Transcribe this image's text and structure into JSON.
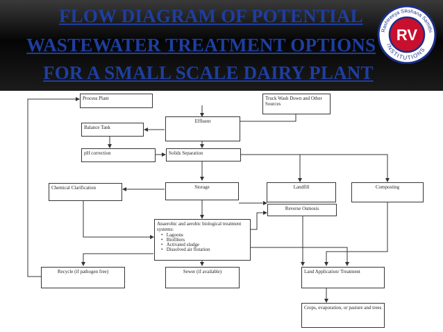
{
  "title": {
    "line1": "FLOW DIAGRAM OF POTENTIAL",
    "line2": "WASTEWATER TREATMENT OPTIONS",
    "line3": "FOR A SMALL SCALE DAIRY PLANT"
  },
  "logo": {
    "initials": "RV",
    "ring_text": "Rashtreeya Sikshana Samithi Trust",
    "bottom_text": "INSTITUTIONS",
    "colors": {
      "ring": "#1b2f8a",
      "center": "#c8102e",
      "initials": "#ffffff"
    }
  },
  "nodes": {
    "process_plant": {
      "label": "Process Plant"
    },
    "truck_wash": {
      "label": "Truck Wash Down and Other Sources"
    },
    "balance_tank": {
      "label": "Balance Tank"
    },
    "effluent": {
      "label": "Effluent"
    },
    "ph_correction": {
      "label": "pH correction"
    },
    "solids_separation": {
      "label": "Solids Separation"
    },
    "chemical_clarification": {
      "label": "Chemical Clarification"
    },
    "storage": {
      "label": "Storage"
    },
    "landfill": {
      "label": "Landfill"
    },
    "composting": {
      "label": "Composting"
    },
    "reverse_osmosis": {
      "label": "Reverse Osmosis"
    },
    "biological_treatment": {
      "label": "Anaerobic and aerobic biological treatment systems:",
      "items": [
        "Lagoons",
        "Biofilters",
        "Activated sludge",
        "Dissolved air flotation"
      ]
    },
    "recycle": {
      "label": "Recycle (if pathogen free)"
    },
    "sewer": {
      "label": "Sewer (if available)"
    },
    "land_application": {
      "label": "Land Application/ Treatment"
    },
    "crops": {
      "label": "Crops, evaporation, or pasture and trees"
    }
  },
  "colors": {
    "title": "#1e3ea0",
    "banner": "#0d0d0d",
    "lines": "#333333"
  }
}
